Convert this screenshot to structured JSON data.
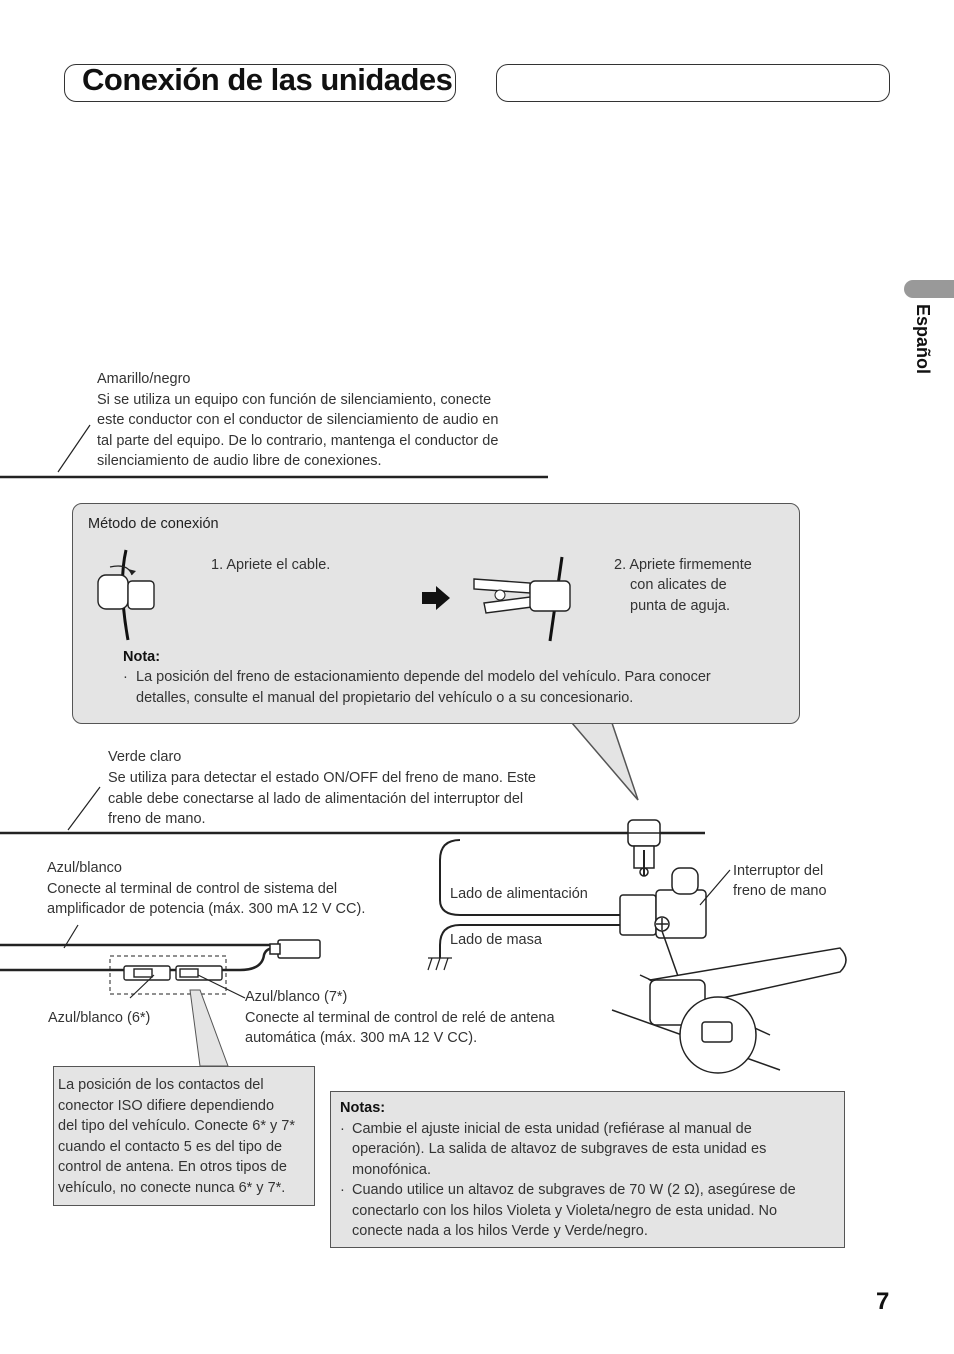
{
  "header": {
    "title": "Conexión de las unidades",
    "language_tab": "Español"
  },
  "wires": {
    "yellow_black": {
      "name": "Amarillo/negro",
      "desc": [
        "Si se utiliza un equipo con función de silenciamiento, conecte",
        "este conductor con el conductor de silenciamiento de audio en",
        "tal parte del equipo. De lo contrario, mantenga el conductor de",
        "silenciamiento de audio libre de conexiones."
      ]
    },
    "light_green": {
      "name": "Verde claro",
      "desc": [
        "Se utiliza para detectar el estado ON/OFF del freno de mano. Este",
        "cable debe conectarse al lado de alimentación del interruptor del",
        "freno de mano."
      ]
    },
    "blue_white": {
      "name": "Azul/blanco",
      "desc": [
        "Conecte al terminal de control de sistema del",
        "amplificador de potencia (máx. 300 mA 12 V CC)."
      ]
    },
    "blue_white_7": {
      "name": "Azul/blanco (7*)",
      "desc": [
        "Conecte al terminal de control de relé de antena",
        "automática (máx. 300 mA 12 V CC)."
      ]
    },
    "blue_white_6": {
      "name": "Azul/blanco (6*)"
    }
  },
  "method_box": {
    "title": "Método de conexión",
    "step1": "1. Apriete el cable.",
    "step2": [
      "2. Apriete firmemente",
      "con alicates de",
      "punta de aguja."
    ],
    "note_title": "Nota:",
    "note_lines": [
      "La posición del freno de estacionamiento depende del modelo del vehículo. Para conocer",
      "detalles, consulte el manual del propietario del vehículo o a su concesionario."
    ]
  },
  "brake_diagram": {
    "power_side": "Lado de alimentación",
    "ground_side": "Lado de masa",
    "switch_label": [
      "Interruptor del",
      "freno de mano"
    ]
  },
  "iso_note": [
    "La posición de los contactos del",
    "conector ISO difiere dependiendo",
    "del tipo del vehículo. Conecte 6* y 7*",
    "cuando el contacto 5 es del tipo de",
    "control de antena. En otros tipos de",
    "vehículo, no conecte nunca 6* y 7*."
  ],
  "notes": {
    "title": "Notas:",
    "items": [
      [
        "Cambie el ajuste inicial de esta unidad (refiérase al manual de",
        "operación). La salida de altavoz de subgraves de esta unidad es",
        "monofónica."
      ],
      [
        "Cuando utilice un altavoz de subgraves de 70 W (2 Ω), asegúrese de",
        "conectarlo con los hilos Violeta y Violeta/negro de esta unidad. No",
        "conecte nada a los hilos Verde y Verde/negro."
      ]
    ]
  },
  "page_number": "7"
}
